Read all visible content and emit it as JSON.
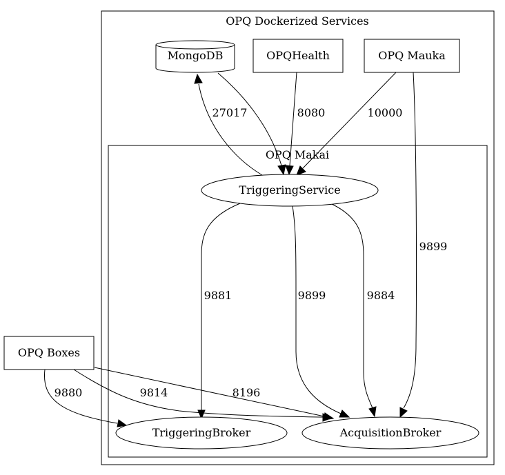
{
  "clusters": {
    "outer_title": "OPQ Dockerized Services",
    "inner_title": "OPQ Makai"
  },
  "nodes": {
    "mongodb": "MongoDB",
    "opqhealth": "OPQHealth",
    "mauka": "OPQ Mauka",
    "triggering_service": "TriggeringService",
    "boxes": "OPQ Boxes",
    "triggering_broker": "TriggeringBroker",
    "acquisition_broker": "AcquisitionBroker"
  },
  "edges": {
    "ts_to_mongo": "27017",
    "health_to_ts": "8080",
    "mauka_to_ts": "10000",
    "mauka_to_acq": "9899",
    "ts_to_tb": "9881",
    "ts_to_acq_mid": "9899",
    "ts_to_acq_right": "9884",
    "boxes_to_tb": "9880",
    "boxes_to_acq_a": "9814",
    "boxes_to_acq_b": "8196"
  }
}
